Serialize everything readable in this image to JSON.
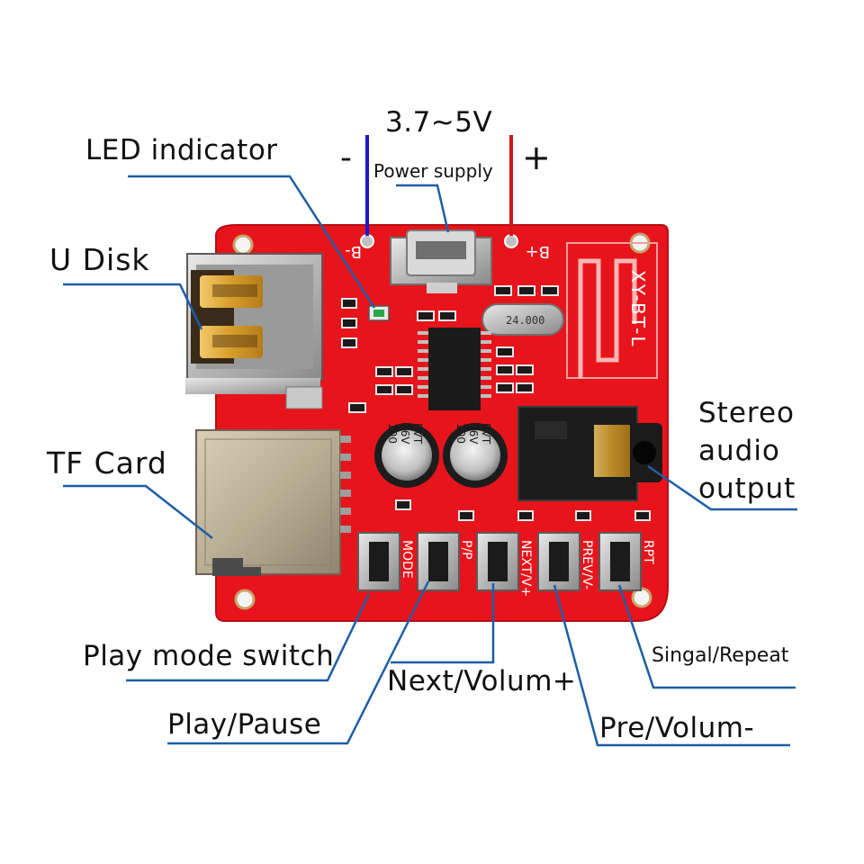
{
  "labels": {
    "voltage": "3.7~5V",
    "power_supply": "Power supply",
    "minus": "-",
    "plus": "+",
    "led_indicator": "LED indicator",
    "u_disk": "U Disk",
    "tf_card": "TF Card",
    "stereo_line1": "Stereo",
    "stereo_line2": "audio",
    "stereo_line3": "output",
    "play_mode_switch": "Play mode switch",
    "play_pause": "Play/Pause",
    "next_volume": "Next/Volum+",
    "pre_volume": "Pre/Volum-",
    "single_repeat": "Singal/Repeat"
  },
  "board_silkscreen": {
    "b_minus": "B-",
    "b_plus": "B+",
    "model": "XY-BT-L",
    "crystal": "24.000",
    "cap1_value": "100",
    "cap1_voltage": "16V",
    "cap1_brand": "RVT",
    "cap2_value": "100",
    "cap2_voltage": "16V",
    "cap2_brand": "RVT",
    "btn_mode": "MODE",
    "btn_pp": "P/P",
    "btn_next": "NEXT/V+",
    "btn_prev": "PREV/V-",
    "btn_rpt": "RPT"
  },
  "colors": {
    "pcb": "#e8141c",
    "callout_line": "#1d5ea8",
    "wire_negative": "#1a1acc",
    "wire_positive": "#d01818"
  }
}
